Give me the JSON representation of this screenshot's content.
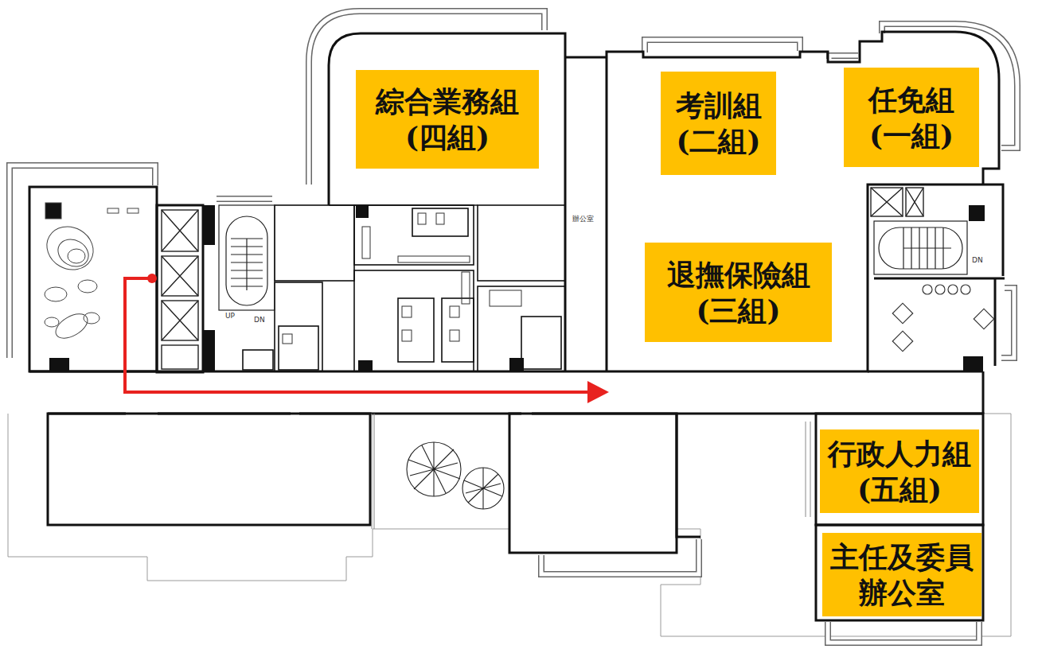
{
  "diagram": {
    "nodes": [
      {
        "text": [
          "綜合業務組 (四組)"
        ]
      },
      {
        "text": [
          "考訓組 (二組)"
        ]
      },
      {
        "text": [
          "任免組 (一組)"
        ]
      },
      {
        "text": [
          "退撫保險組 (三組)"
        ]
      },
      {
        "text": [
          "行政人力組 (五組)"
        ]
      },
      {
        "text": [
          "主任及委員 辦公室"
        ]
      }
    ],
    "labels": [
      "辦公室",
      "UP",
      "DN",
      "DN"
    ]
  }
}
